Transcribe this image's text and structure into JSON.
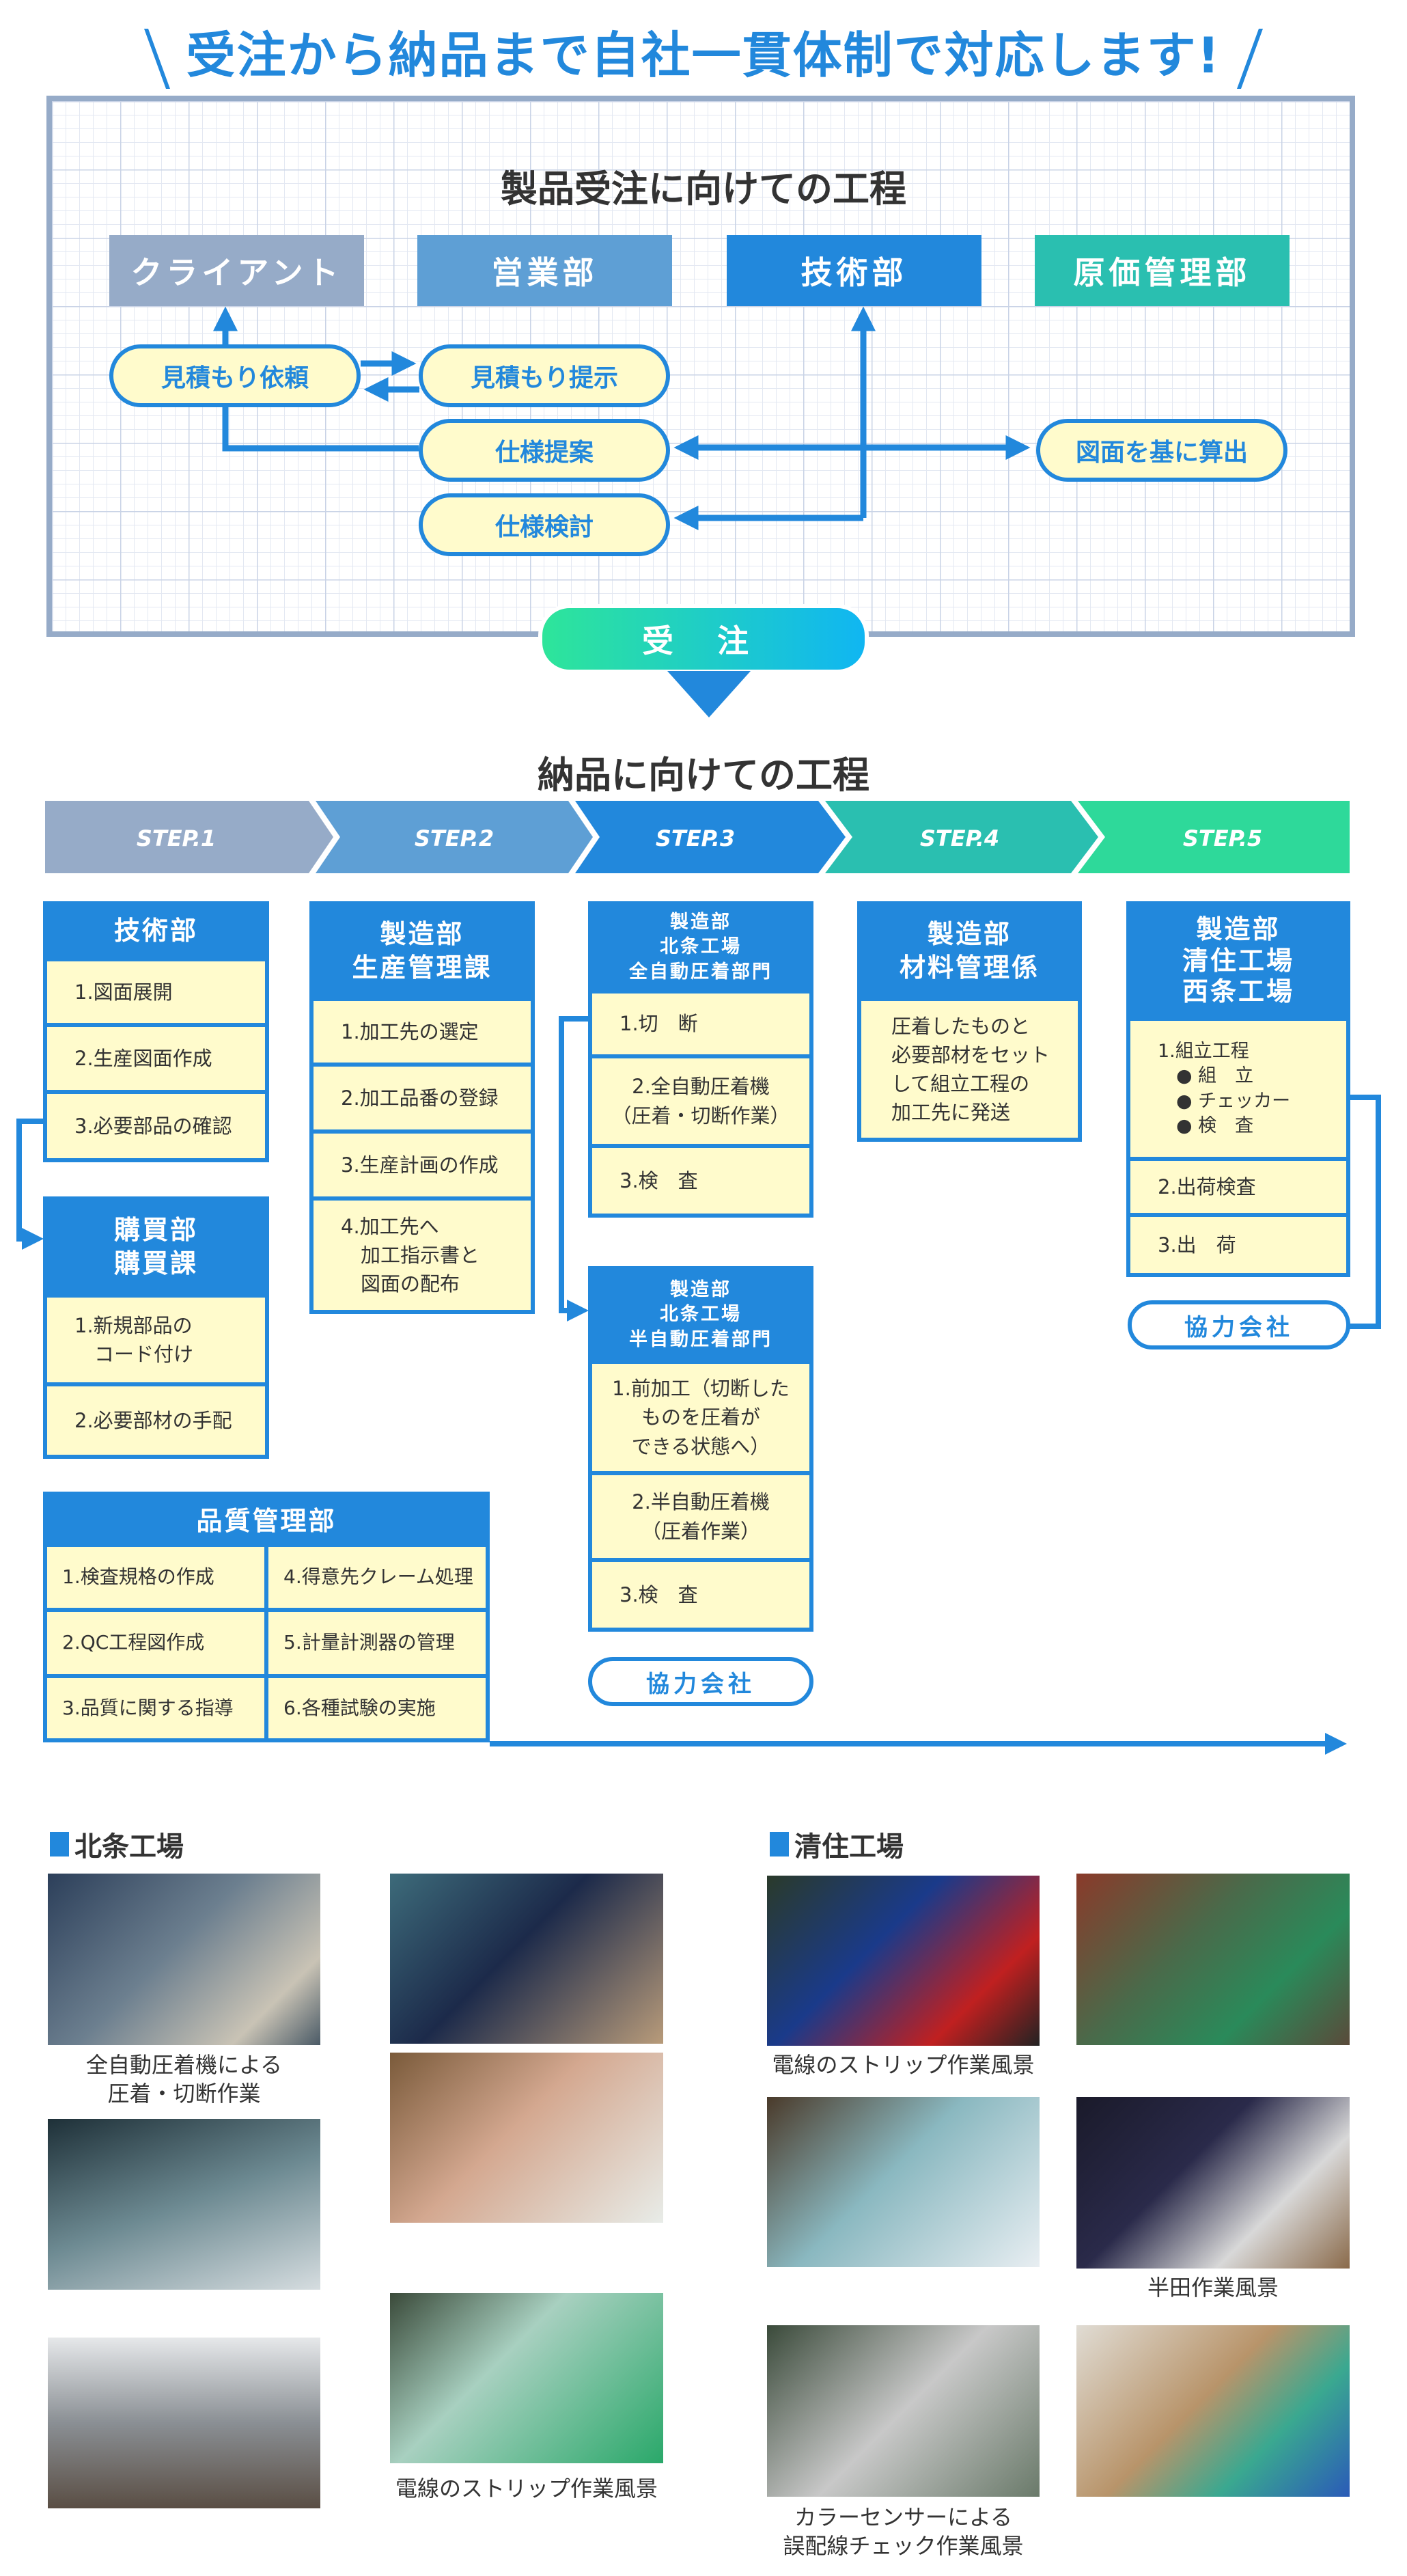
{
  "headline": "受注から納品まで自社一貫体制で対応します!",
  "order_flow": {
    "title": "製品受注に向けての工程",
    "departments": [
      "クライアント",
      "営業部",
      "技術部",
      "原価管理部"
    ],
    "dept_colors": [
      "#96abc8",
      "#5e9fd5",
      "#2288dc",
      "#2abfb0"
    ],
    "steps": [
      "見積もり依頼",
      "見積もり提示",
      "仕様提案",
      "仕様検討",
      "図面を基に算出"
    ],
    "order_button": "受 注"
  },
  "delivery_flow": {
    "title": "納品に向けての工程",
    "steps": [
      "STEP.1",
      "STEP.2",
      "STEP.3",
      "STEP.4",
      "STEP.5"
    ],
    "step_colors": [
      "#96abc8",
      "#5e9fd5",
      "#2288dc",
      "#2abfb0",
      "#2ed99a"
    ],
    "tech": {
      "header": "技術部",
      "items": [
        "1.図面展開",
        "2.生産図面作成",
        "3.必要部品の確認"
      ]
    },
    "purchase": {
      "header": "購買部\n購買課",
      "items": [
        "1.新規部品の\n　コード付け",
        "2.必要部材の手配"
      ]
    },
    "production": {
      "header": "製造部\n生産管理課",
      "items": [
        "1.加工先の選定",
        "2.加工品番の登録",
        "3.生産計画の作成",
        "4.加工先へ\n　加工指示書と\n　図面の配布"
      ]
    },
    "auto_crimp": {
      "header": "製造部\n北条工場\n全自動圧着部門",
      "items": [
        "1.切　断",
        "2.全自動圧着機\n（圧着・切断作業）",
        "3.検　査"
      ]
    },
    "semi_crimp": {
      "header": "製造部\n北条工場\n半自動圧着部門",
      "items": [
        "1.前加工（切断した\nものを圧着が\nできる状態へ）",
        "2.半自動圧着機\n（圧着作業）",
        "3.検　査"
      ],
      "partner": "協力会社"
    },
    "material": {
      "header": "製造部\n材料管理係",
      "body": "圧着したものと\n必要部材をセット\nして組立工程の\n加工先に発送"
    },
    "assembly": {
      "header": "製造部\n清住工場\n西条工場",
      "items": [
        "1.組立工程\n　● 組　立\n　● チェッカー\n　● 検　査",
        "2.出荷検査",
        "3.出　荷"
      ],
      "partner": "協力会社"
    },
    "quality": {
      "header": "品質管理部",
      "items": [
        "1.検査規格の作成",
        "4.得意先クレーム処理",
        "2.QC工程図作成",
        "5.計量計測器の管理",
        "3.品質に関する指導",
        "6.各種試験の実施"
      ]
    }
  },
  "factories": {
    "hojo": {
      "title": "北条工場",
      "captions": [
        "全自動圧着機による\n圧着・切断作業",
        "電線のストリップ作業風景"
      ]
    },
    "kiyozumi": {
      "title": "清住工場",
      "captions": [
        "電線のストリップ作業風景",
        "半田作業風景",
        "カラーセンサーによる\n誤配線チェック作業風景"
      ]
    }
  }
}
